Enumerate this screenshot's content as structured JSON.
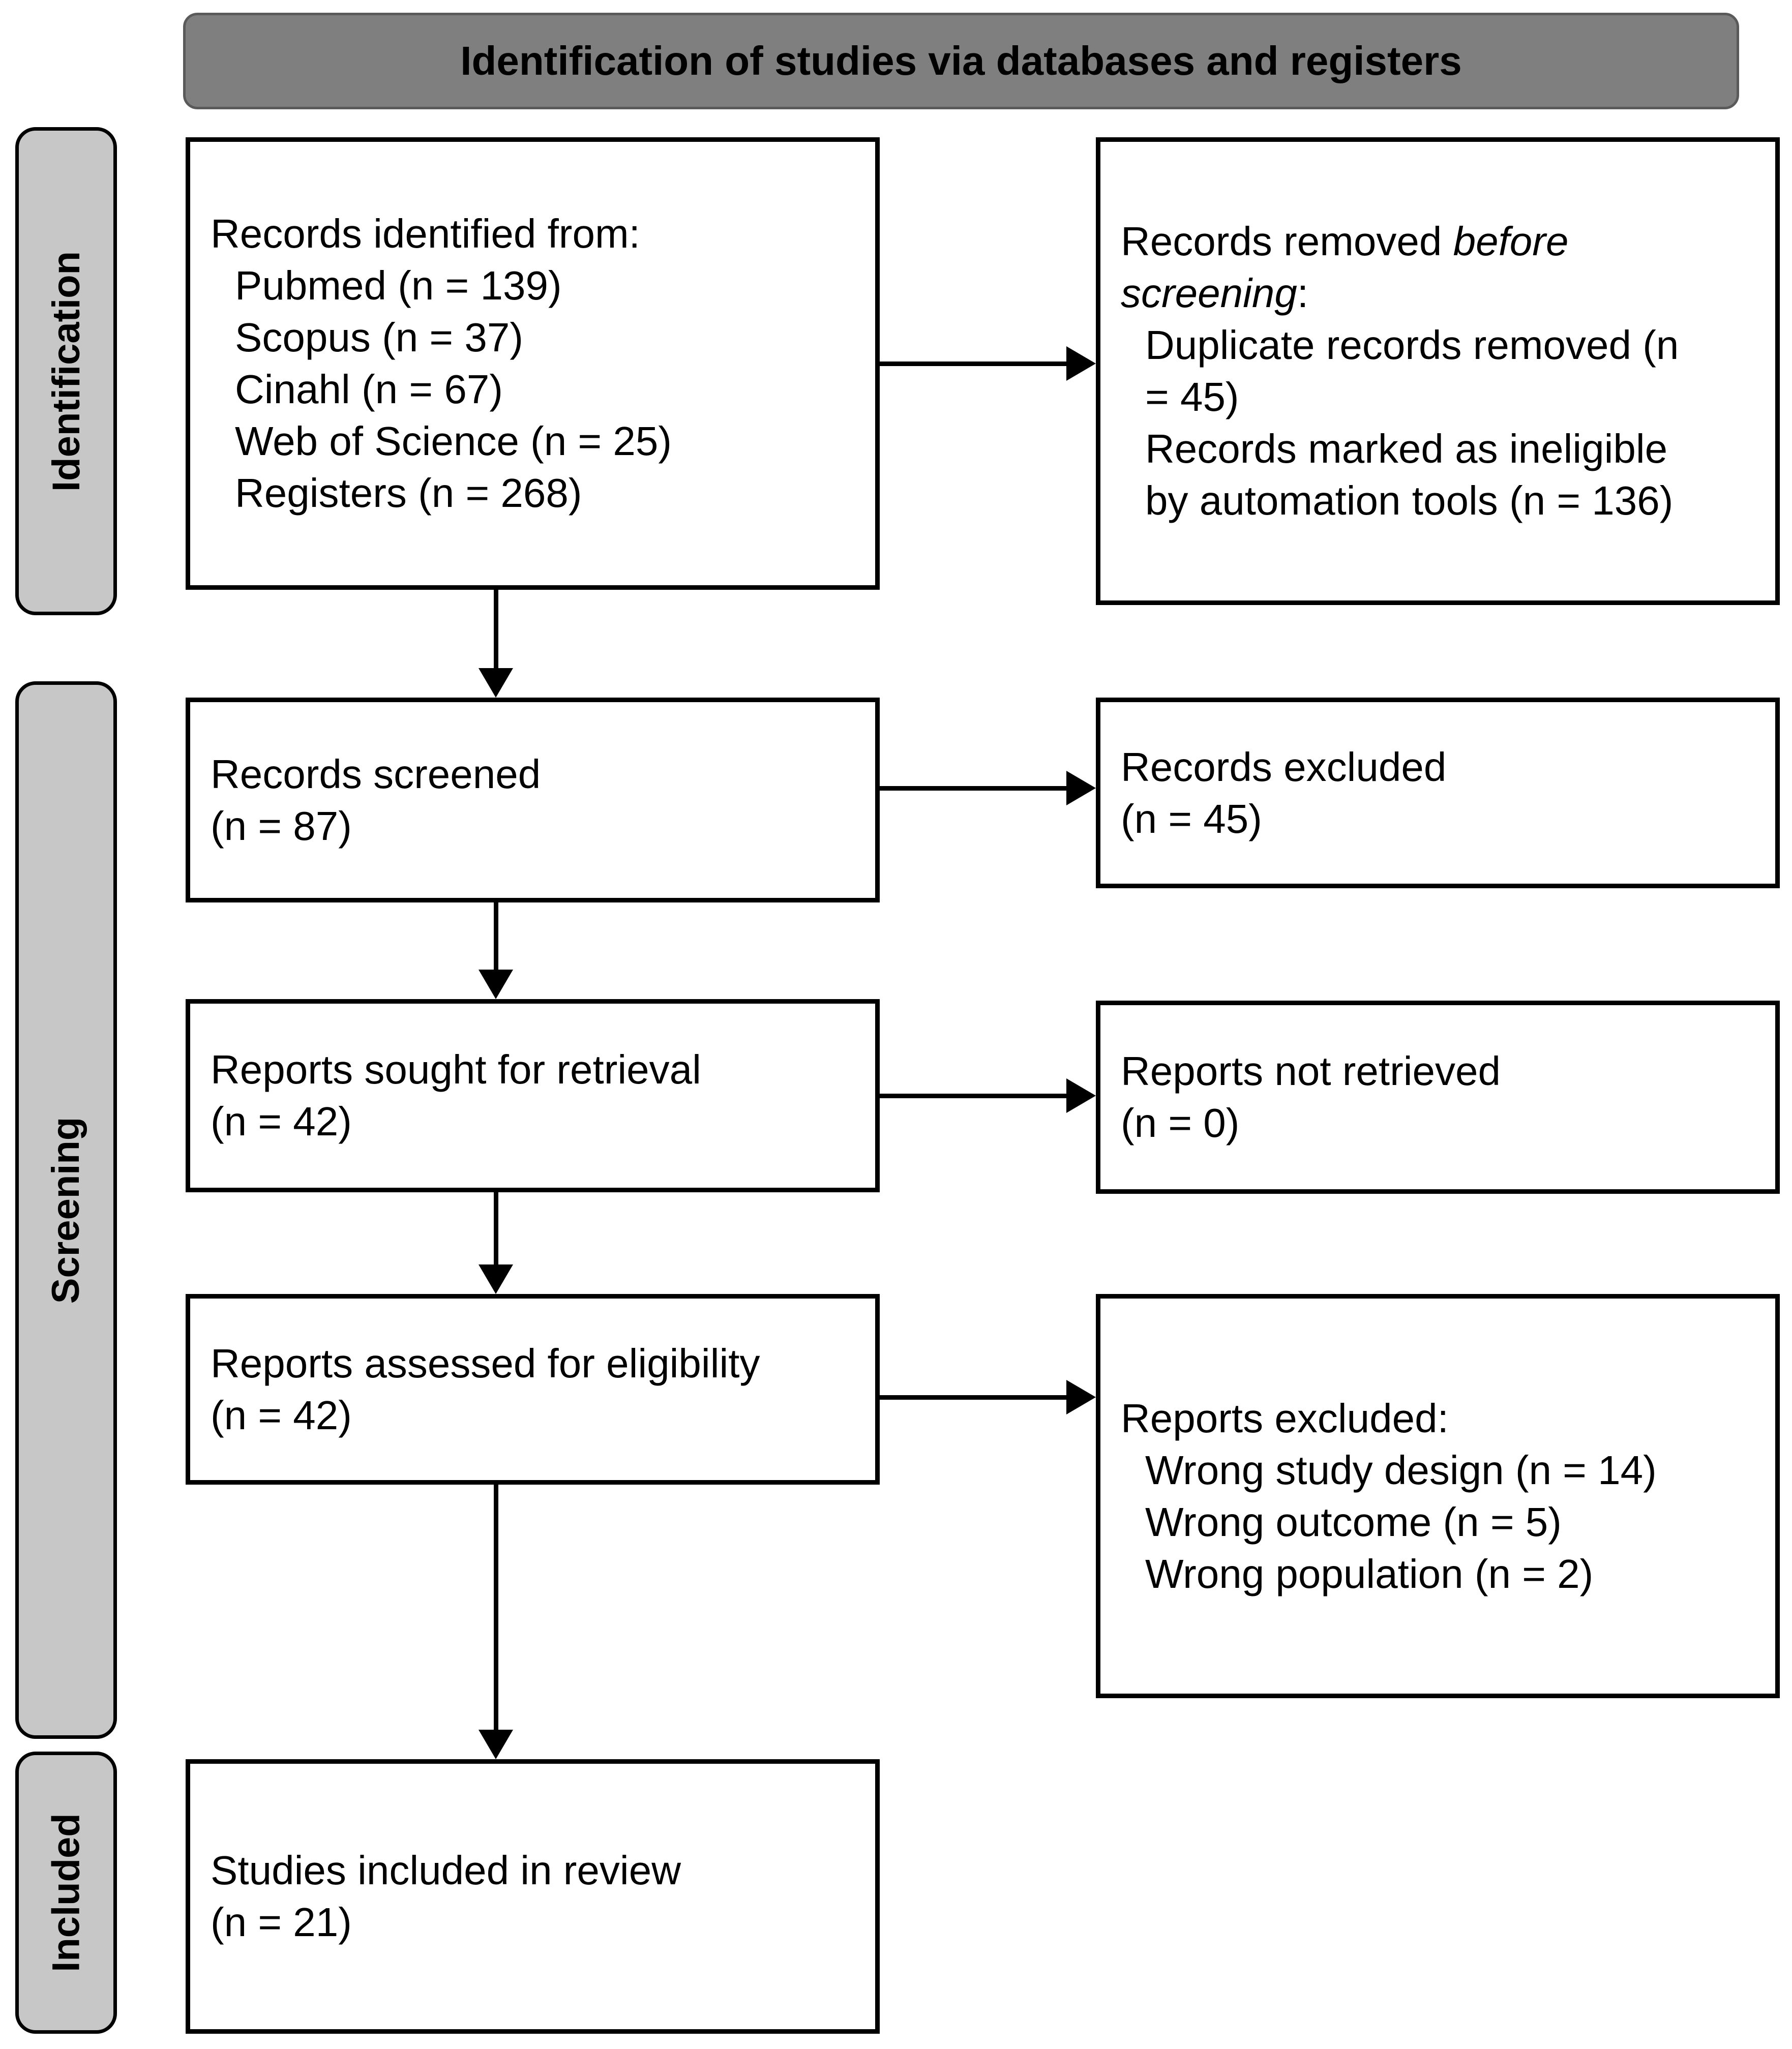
{
  "header": {
    "title": "Identification of studies via databases and registers"
  },
  "sidebar": {
    "identification": "Identification",
    "screening": "Screening",
    "included": "Included"
  },
  "boxes": {
    "records_identified": {
      "title": "Records identified from:",
      "items": [
        "Pubmed (n = 139)",
        "Scopus (n = 37)",
        "Cinahl (n = 67)",
        "Web of Science (n = 25)",
        "Registers (n = 268)"
      ]
    },
    "records_removed": {
      "line1_pre": "Records removed ",
      "line1_italic": "before",
      "line2_italic": "screening",
      "line2_post": ":",
      "items": [
        "Duplicate records removed (n",
        "= 45)",
        "Records marked as ineligible",
        "by automation tools (n = 136)"
      ]
    },
    "records_screened": {
      "line1": "Records screened",
      "line2": "(n = 87)"
    },
    "records_excluded": {
      "line1": "Records excluded",
      "line2": "(n = 45)"
    },
    "reports_sought": {
      "line1": "Reports sought for retrieval",
      "line2": "(n = 42)"
    },
    "reports_not_retrieved": {
      "line1": "Reports not retrieved",
      "line2": "(n = 0)"
    },
    "reports_assessed": {
      "line1": "Reports assessed for eligibility",
      "line2": "(n = 42)"
    },
    "reports_excluded": {
      "title": "Reports excluded:",
      "items": [
        "Wrong study design (n = 14)",
        "Wrong outcome (n = 5)",
        "Wrong population (n = 2)"
      ]
    },
    "studies_included": {
      "line1": "Studies included in review",
      "line2": "(n = 21)"
    }
  },
  "colors": {
    "header_bg": "#7f7f7f",
    "sidebar_bg": "#c7c7c7",
    "border": "#000000",
    "text": "#000000"
  }
}
